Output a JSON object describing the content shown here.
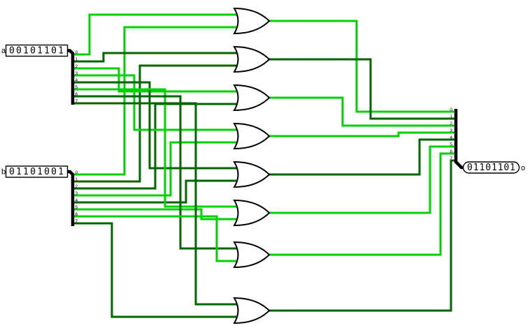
{
  "colors": {
    "high": "#00D200",
    "low": "#006400",
    "bus": "#000000",
    "gate_stroke": "#000000"
  },
  "inputs": {
    "a": {
      "label": "a",
      "value": "00101101"
    },
    "b": {
      "label": "b",
      "value": "01101001"
    }
  },
  "output": {
    "label": "o",
    "value": "01101101"
  },
  "gates": [
    "OR",
    "OR",
    "OR",
    "OR",
    "OR",
    "OR",
    "OR",
    "OR"
  ],
  "bit_labels": [
    "0",
    "1",
    "2",
    "3",
    "4",
    "5",
    "6",
    "7"
  ]
}
